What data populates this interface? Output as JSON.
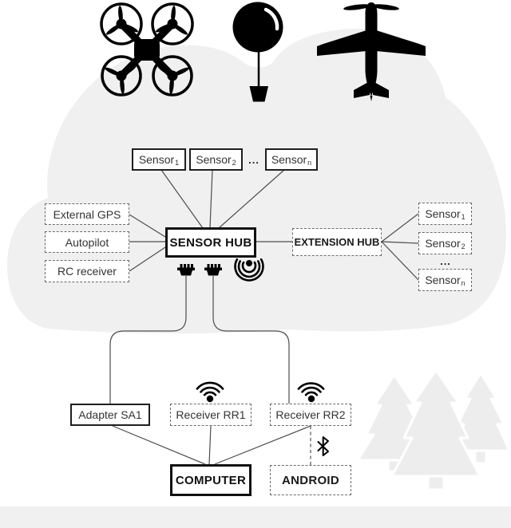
{
  "colors": {
    "cloud": "#f0f0f0",
    "trees": "#ededed",
    "bottom_strip": "#f0f0f0",
    "connector_line": "#4d4d4d",
    "text": "#333333",
    "border_solid": "#1f1f1f",
    "border_dashed": "#6a6a6a"
  },
  "vehicle_icons": {
    "drone": "quadcopter-drone-icon",
    "balloon": "weather-balloon-icon",
    "airplane": "fixed-wing-plane-icon"
  },
  "airborne": {
    "top_sensors": [
      {
        "base": "Sensor",
        "sub": "1"
      },
      {
        "base": "Sensor",
        "sub": "2"
      },
      {
        "base": "Sensor",
        "sub": "n"
      }
    ],
    "top_ellipsis": "...",
    "left_modules": [
      {
        "label": "External GPS"
      },
      {
        "label": "Autopilot"
      },
      {
        "label": "RC receiver"
      }
    ],
    "sensor_hub": {
      "label": "SENSOR HUB"
    },
    "extension_hub": {
      "label": "EXTENSION HUB"
    },
    "extension_sensors": [
      {
        "base": "Sensor",
        "sub": "1"
      },
      {
        "base": "Sensor",
        "sub": "2"
      },
      {
        "base": "Sensor",
        "sub": "n"
      }
    ],
    "extension_ellipsis": "..."
  },
  "ground": {
    "adapter": {
      "label": "Adapter SA1"
    },
    "receiver_rr1": {
      "label": "Receiver RR1"
    },
    "receiver_rr2": {
      "label": "Receiver RR2"
    },
    "computer": {
      "label": "COMPUTER"
    },
    "android": {
      "label": "ANDROID"
    }
  },
  "connection_icons": {
    "usb": "usb-connector-icon",
    "wireless_out": "wireless-signal-icon",
    "wifi_receive": "wifi-icon",
    "bluetooth": "bluetooth-icon"
  }
}
